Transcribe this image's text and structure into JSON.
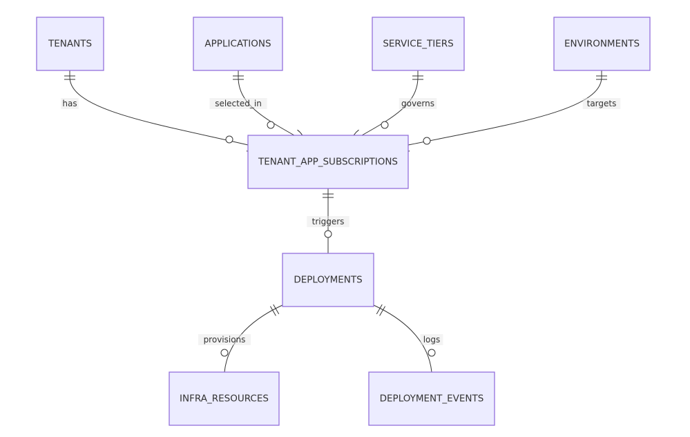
{
  "diagram": {
    "type": "entity-relationship",
    "colors": {
      "entity_fill": "#ececff",
      "entity_stroke": "#9370db",
      "line": "#333333",
      "text": "#333333"
    },
    "entities": [
      {
        "id": "tenants",
        "label": "TENANTS"
      },
      {
        "id": "applications",
        "label": "APPLICATIONS"
      },
      {
        "id": "service_tiers",
        "label": "SERVICE_TIERS"
      },
      {
        "id": "environments",
        "label": "ENVIRONMENTS"
      },
      {
        "id": "tenant_app_subscriptions",
        "label": "TENANT_APP_SUBSCRIPTIONS"
      },
      {
        "id": "deployments",
        "label": "DEPLOYMENTS"
      },
      {
        "id": "infra_resources",
        "label": "INFRA_RESOURCES"
      },
      {
        "id": "deployment_events",
        "label": "DEPLOYMENT_EVENTS"
      }
    ],
    "relationships": [
      {
        "from": "tenants",
        "to": "tenant_app_subscriptions",
        "label": "has",
        "from_cardinality": "exactly-one",
        "to_cardinality": "zero-or-more"
      },
      {
        "from": "applications",
        "to": "tenant_app_subscriptions",
        "label": "selected_in",
        "from_cardinality": "exactly-one",
        "to_cardinality": "zero-or-more"
      },
      {
        "from": "service_tiers",
        "to": "tenant_app_subscriptions",
        "label": "governs",
        "from_cardinality": "exactly-one",
        "to_cardinality": "zero-or-more"
      },
      {
        "from": "environments",
        "to": "tenant_app_subscriptions",
        "label": "targets",
        "from_cardinality": "exactly-one",
        "to_cardinality": "zero-or-more"
      },
      {
        "from": "tenant_app_subscriptions",
        "to": "deployments",
        "label": "triggers",
        "from_cardinality": "exactly-one",
        "to_cardinality": "zero-or-more"
      },
      {
        "from": "deployments",
        "to": "infra_resources",
        "label": "provisions",
        "from_cardinality": "exactly-one",
        "to_cardinality": "zero-or-more"
      },
      {
        "from": "deployments",
        "to": "deployment_events",
        "label": "logs",
        "from_cardinality": "exactly-one",
        "to_cardinality": "zero-or-more"
      }
    ]
  }
}
